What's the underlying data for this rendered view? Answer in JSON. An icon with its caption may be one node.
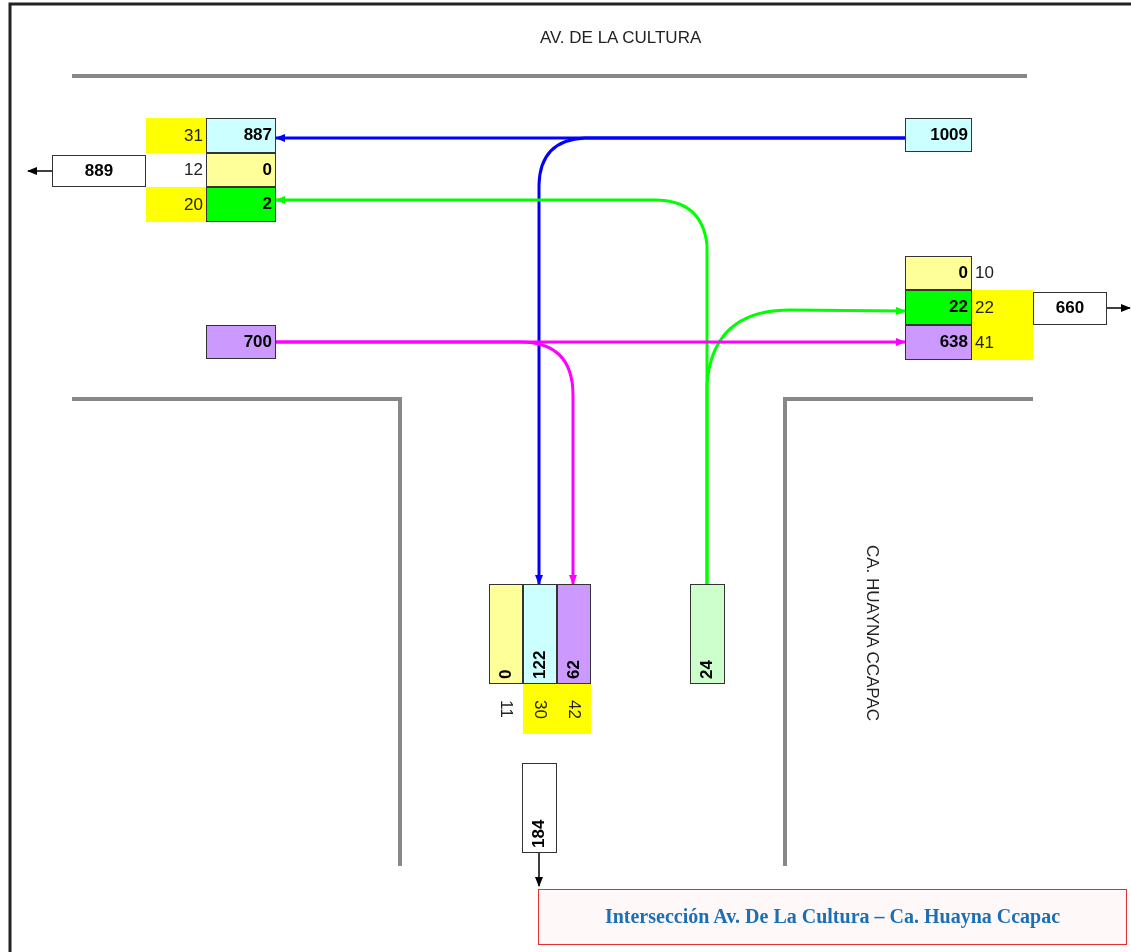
{
  "diagram": {
    "caption": "Intersección Av. De La Cultura – Ca. Huayna Ccapac",
    "nodes": [
      {
        "text": [
          "887"
        ],
        "beside": [
          "31"
        ]
      },
      {
        "text": [
          "0"
        ],
        "beside": [
          "12"
        ]
      },
      {
        "text": [
          "2"
        ],
        "beside": [
          "20"
        ]
      },
      {
        "text": [
          "889"
        ]
      },
      {
        "text": [
          "1009"
        ]
      },
      {
        "text": [
          "0"
        ],
        "beside": [
          "10"
        ]
      },
      {
        "text": [
          "22"
        ],
        "beside": [
          "22"
        ]
      },
      {
        "text": [
          "638"
        ],
        "beside": [
          "41"
        ]
      },
      {
        "text": [
          "660"
        ]
      },
      {
        "text": [
          "700"
        ]
      },
      {
        "text": [
          "0"
        ],
        "beside": [
          "11"
        ]
      },
      {
        "text": [
          "122"
        ],
        "beside": [
          "30"
        ]
      },
      {
        "text": [
          "62"
        ],
        "beside": [
          "42"
        ]
      },
      {
        "text": [
          "24"
        ]
      },
      {
        "text": [
          "184"
        ]
      }
    ],
    "edges": [
      {
        "from": 4,
        "to": 0,
        "arrow": "to",
        "color": "#0000ff"
      },
      {
        "from": 4,
        "to": 11,
        "arrow": "to",
        "color": "#0000ff"
      },
      {
        "from": 13,
        "to": 2,
        "arrow": "to",
        "color": "#00ff00"
      },
      {
        "from": 13,
        "to": 6,
        "arrow": "to",
        "color": "#00ff00"
      },
      {
        "from": 9,
        "to": 7,
        "arrow": "to",
        "color": "#ff00ff"
      },
      {
        "from": 9,
        "to": 12,
        "arrow": "to",
        "color": "#ff00ff"
      },
      {
        "from": 3,
        "to": null,
        "arrow": "to"
      },
      {
        "from": 8,
        "to": null,
        "arrow": "to"
      },
      {
        "from": 14,
        "to": null,
        "arrow": "to"
      }
    ],
    "labels": [
      "AV. DE LA CULTURA",
      "CA. HUAYNA CCAPAC"
    ]
  }
}
